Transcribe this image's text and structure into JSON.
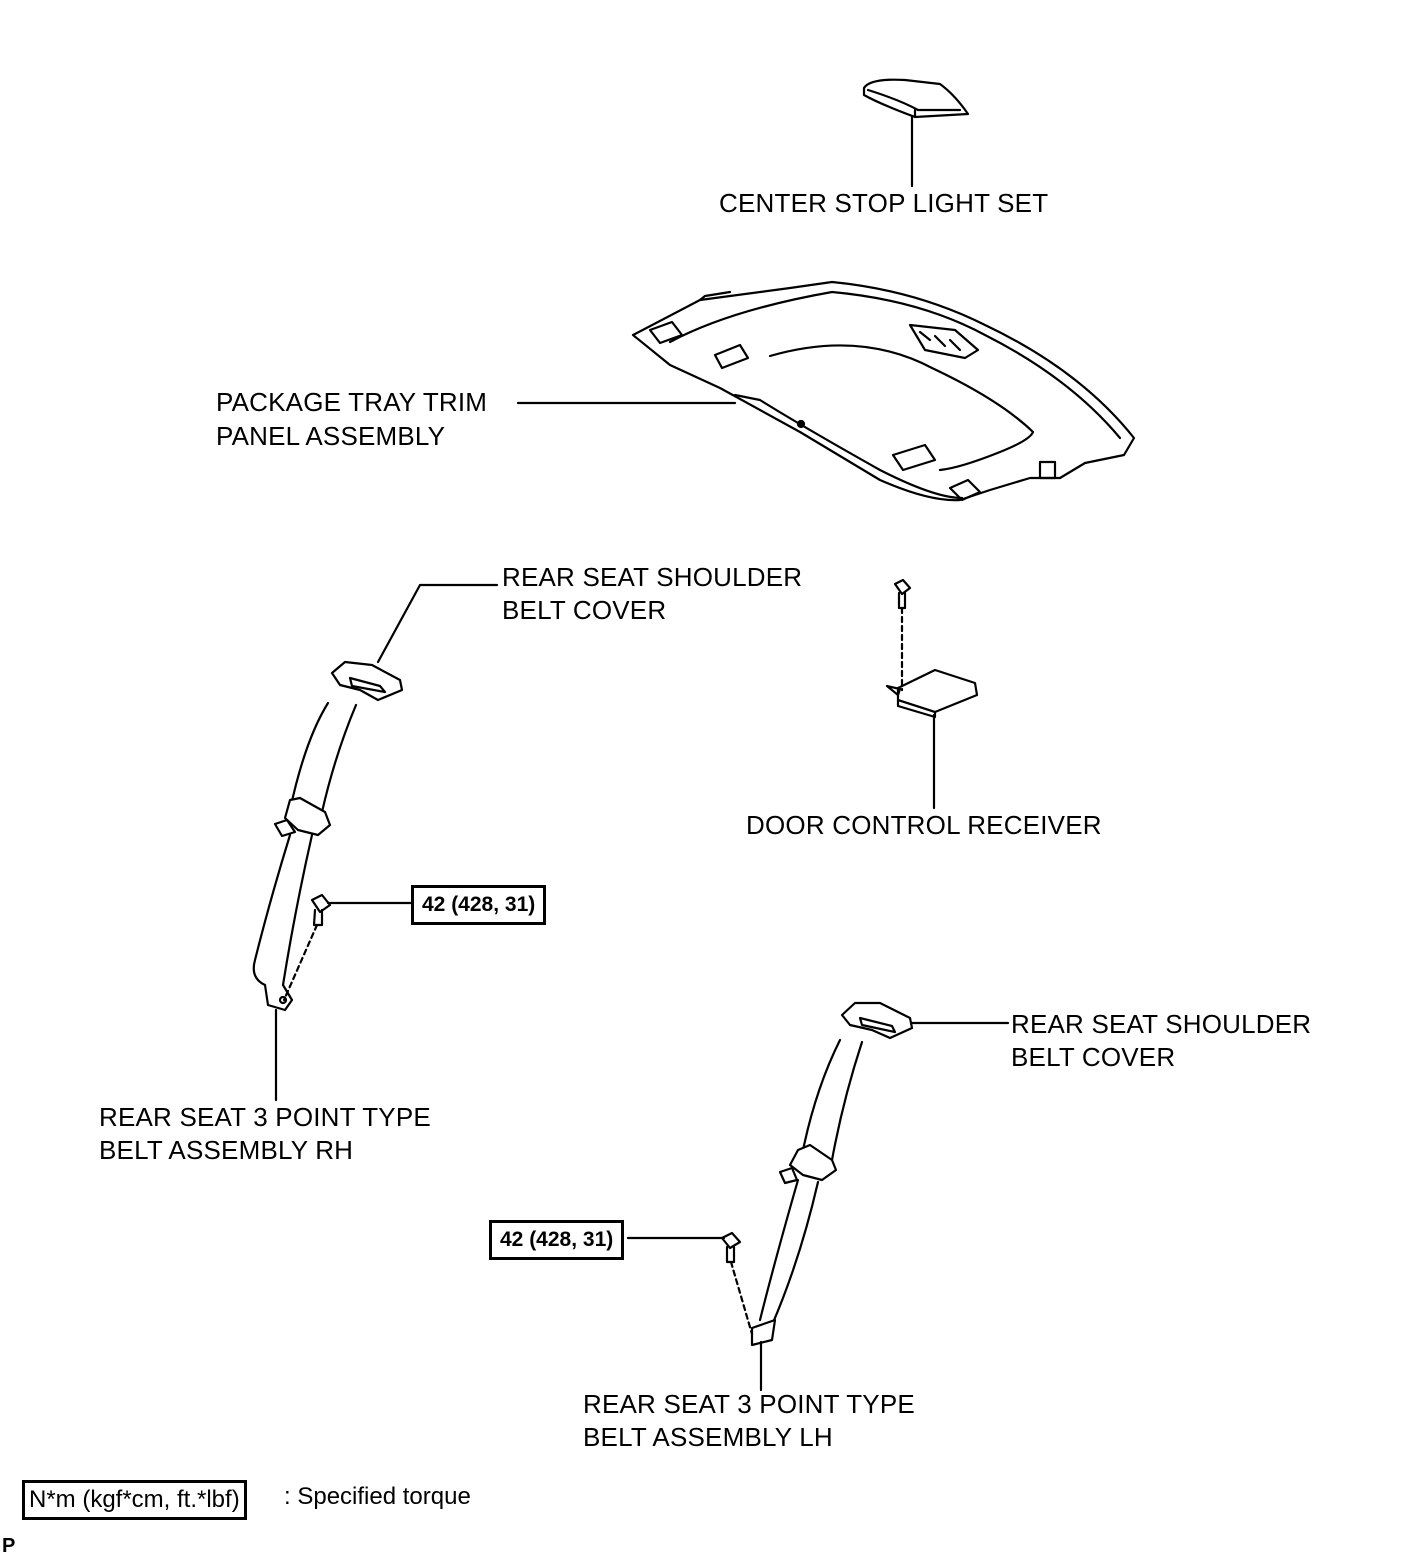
{
  "labels": {
    "center_stop_light": "CENTER STOP LIGHT SET",
    "package_tray_line1": "PACKAGE TRAY TRIM",
    "package_tray_line2": "PANEL ASSEMBLY",
    "shoulder_cover_rh_line1": "REAR SEAT SHOULDER",
    "shoulder_cover_rh_line2": "BELT COVER",
    "door_control_receiver": "DOOR CONTROL RECEIVER",
    "belt_rh_line1": "REAR SEAT 3 POINT TYPE",
    "belt_rh_line2": "BELT ASSEMBLY RH",
    "shoulder_cover_lh_line1": "REAR SEAT SHOULDER",
    "shoulder_cover_lh_line2": "BELT COVER",
    "belt_lh_line1": "REAR SEAT 3 POINT TYPE",
    "belt_lh_line2": "BELT ASSEMBLY LH"
  },
  "torque": {
    "rh_bolt": "42 (428, 31)",
    "lh_bolt": "42 (428, 31)"
  },
  "legend": {
    "unit_box": "N*m (kgf*cm, ft.*lbf)",
    "description": ": Specified torque"
  },
  "corner_code": "P"
}
